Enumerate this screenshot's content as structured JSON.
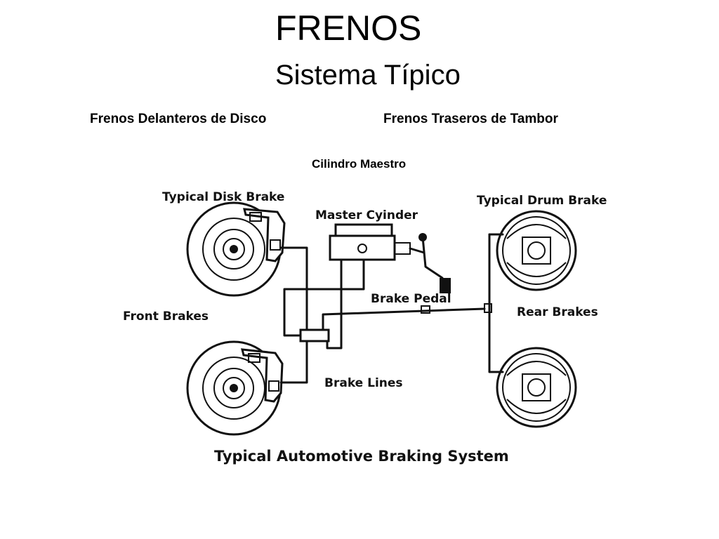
{
  "slide": {
    "title": "FRENOS",
    "subtitle": "Sistema Típico",
    "front_label_es": "Frenos Delanteros de Disco",
    "rear_label_es": "Frenos Traseros de Tambor",
    "master_label_es": "Cilindro Maestro"
  },
  "diagram": {
    "disk_brake_label": "Typical Disk Brake",
    "master_cylinder_label": "Master Cyinder",
    "drum_brake_label": "Typical Drum Brake",
    "front_brakes_label": "Front Brakes",
    "brake_pedal_label": "Brake Pedal",
    "rear_brakes_label": "Rear Brakes",
    "brake_lines_label": "Brake Lines",
    "caption": "Typical Automotive Braking System"
  }
}
